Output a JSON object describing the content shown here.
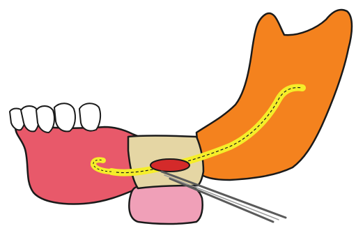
{
  "illustration": {
    "subject": "mandible-segmental-resection-diagram",
    "colors": {
      "background": "#ffffff",
      "outline": "#1a1a1a",
      "anterior_mandible": "#e8596a",
      "posterior_ramus": "#f4821e",
      "resected_segment": "#e5d6a4",
      "soft_tissue_flap": "#f0a0b8",
      "nerve": "#f5ee2a",
      "vessel": "#d42a2a",
      "teeth": "#ffffff",
      "instrument": "#5a5a5a"
    },
    "regions": [
      "anterior-mandible-body",
      "teeth-row",
      "resected-bone-segment",
      "posterior-ramus",
      "inferior-alveolar-nerve",
      "vessel-bundle",
      "soft-tissue-flap",
      "surgical-instrument"
    ]
  }
}
